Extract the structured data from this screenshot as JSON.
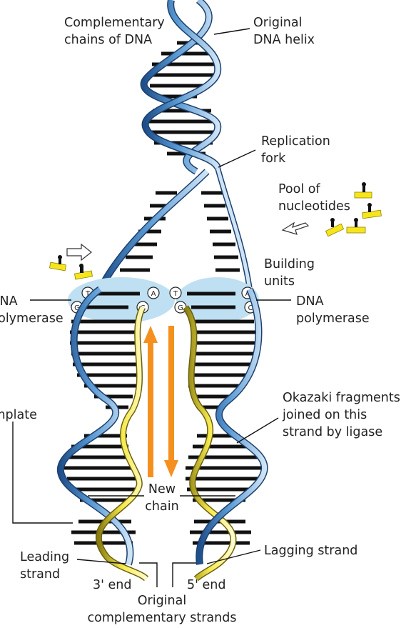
{
  "labels": {
    "complementary_chains_l1": "Complementary",
    "complementary_chains_l2": "chains of DNA",
    "original_helix_l1": "Original",
    "original_helix_l2": "DNA helix",
    "replication_fork_l1": "Replication",
    "replication_fork_l2": "fork",
    "pool_l1": "Pool of",
    "pool_l2": "nucleotides",
    "building_l1": "Building",
    "building_l2": "units",
    "dna_pol_left_l1": "DNA",
    "dna_pol_left_l2": "polymerase",
    "dna_pol_right_l1": "DNA",
    "dna_pol_right_l2": "polymerase",
    "template": "Template",
    "okazaki_l1": "Okazaki fragments",
    "okazaki_l2": "joined on this",
    "okazaki_l3": "strand by ligase",
    "new_chain_l1": "New",
    "new_chain_l2": "chain",
    "leading_l1": "Leading",
    "leading_l2": "strand",
    "lagging": "Lagging strand",
    "three_end": "3' end",
    "five_end": "5' end",
    "original_comp_l1": "Original",
    "original_comp_l2": "complementary strands"
  },
  "bases": {
    "left_top_1": "T",
    "left_top_2": "A",
    "left_bottom_1": "G",
    "left_bottom_2": "C",
    "right_top_1": "T",
    "right_top_2": "A",
    "right_bottom_1": "G",
    "right_bottom_2": "C"
  },
  "colors": {
    "strand_blue": "#2f6fb3",
    "strand_light_blue": "#a9cdec",
    "new_strand_yellow": "#f3e64a",
    "arrow_orange": "#f5901e",
    "polymerase_blob": "#bfe0f2",
    "nucleotide_yellow": "#f7e51c",
    "rung_black": "#111111"
  }
}
